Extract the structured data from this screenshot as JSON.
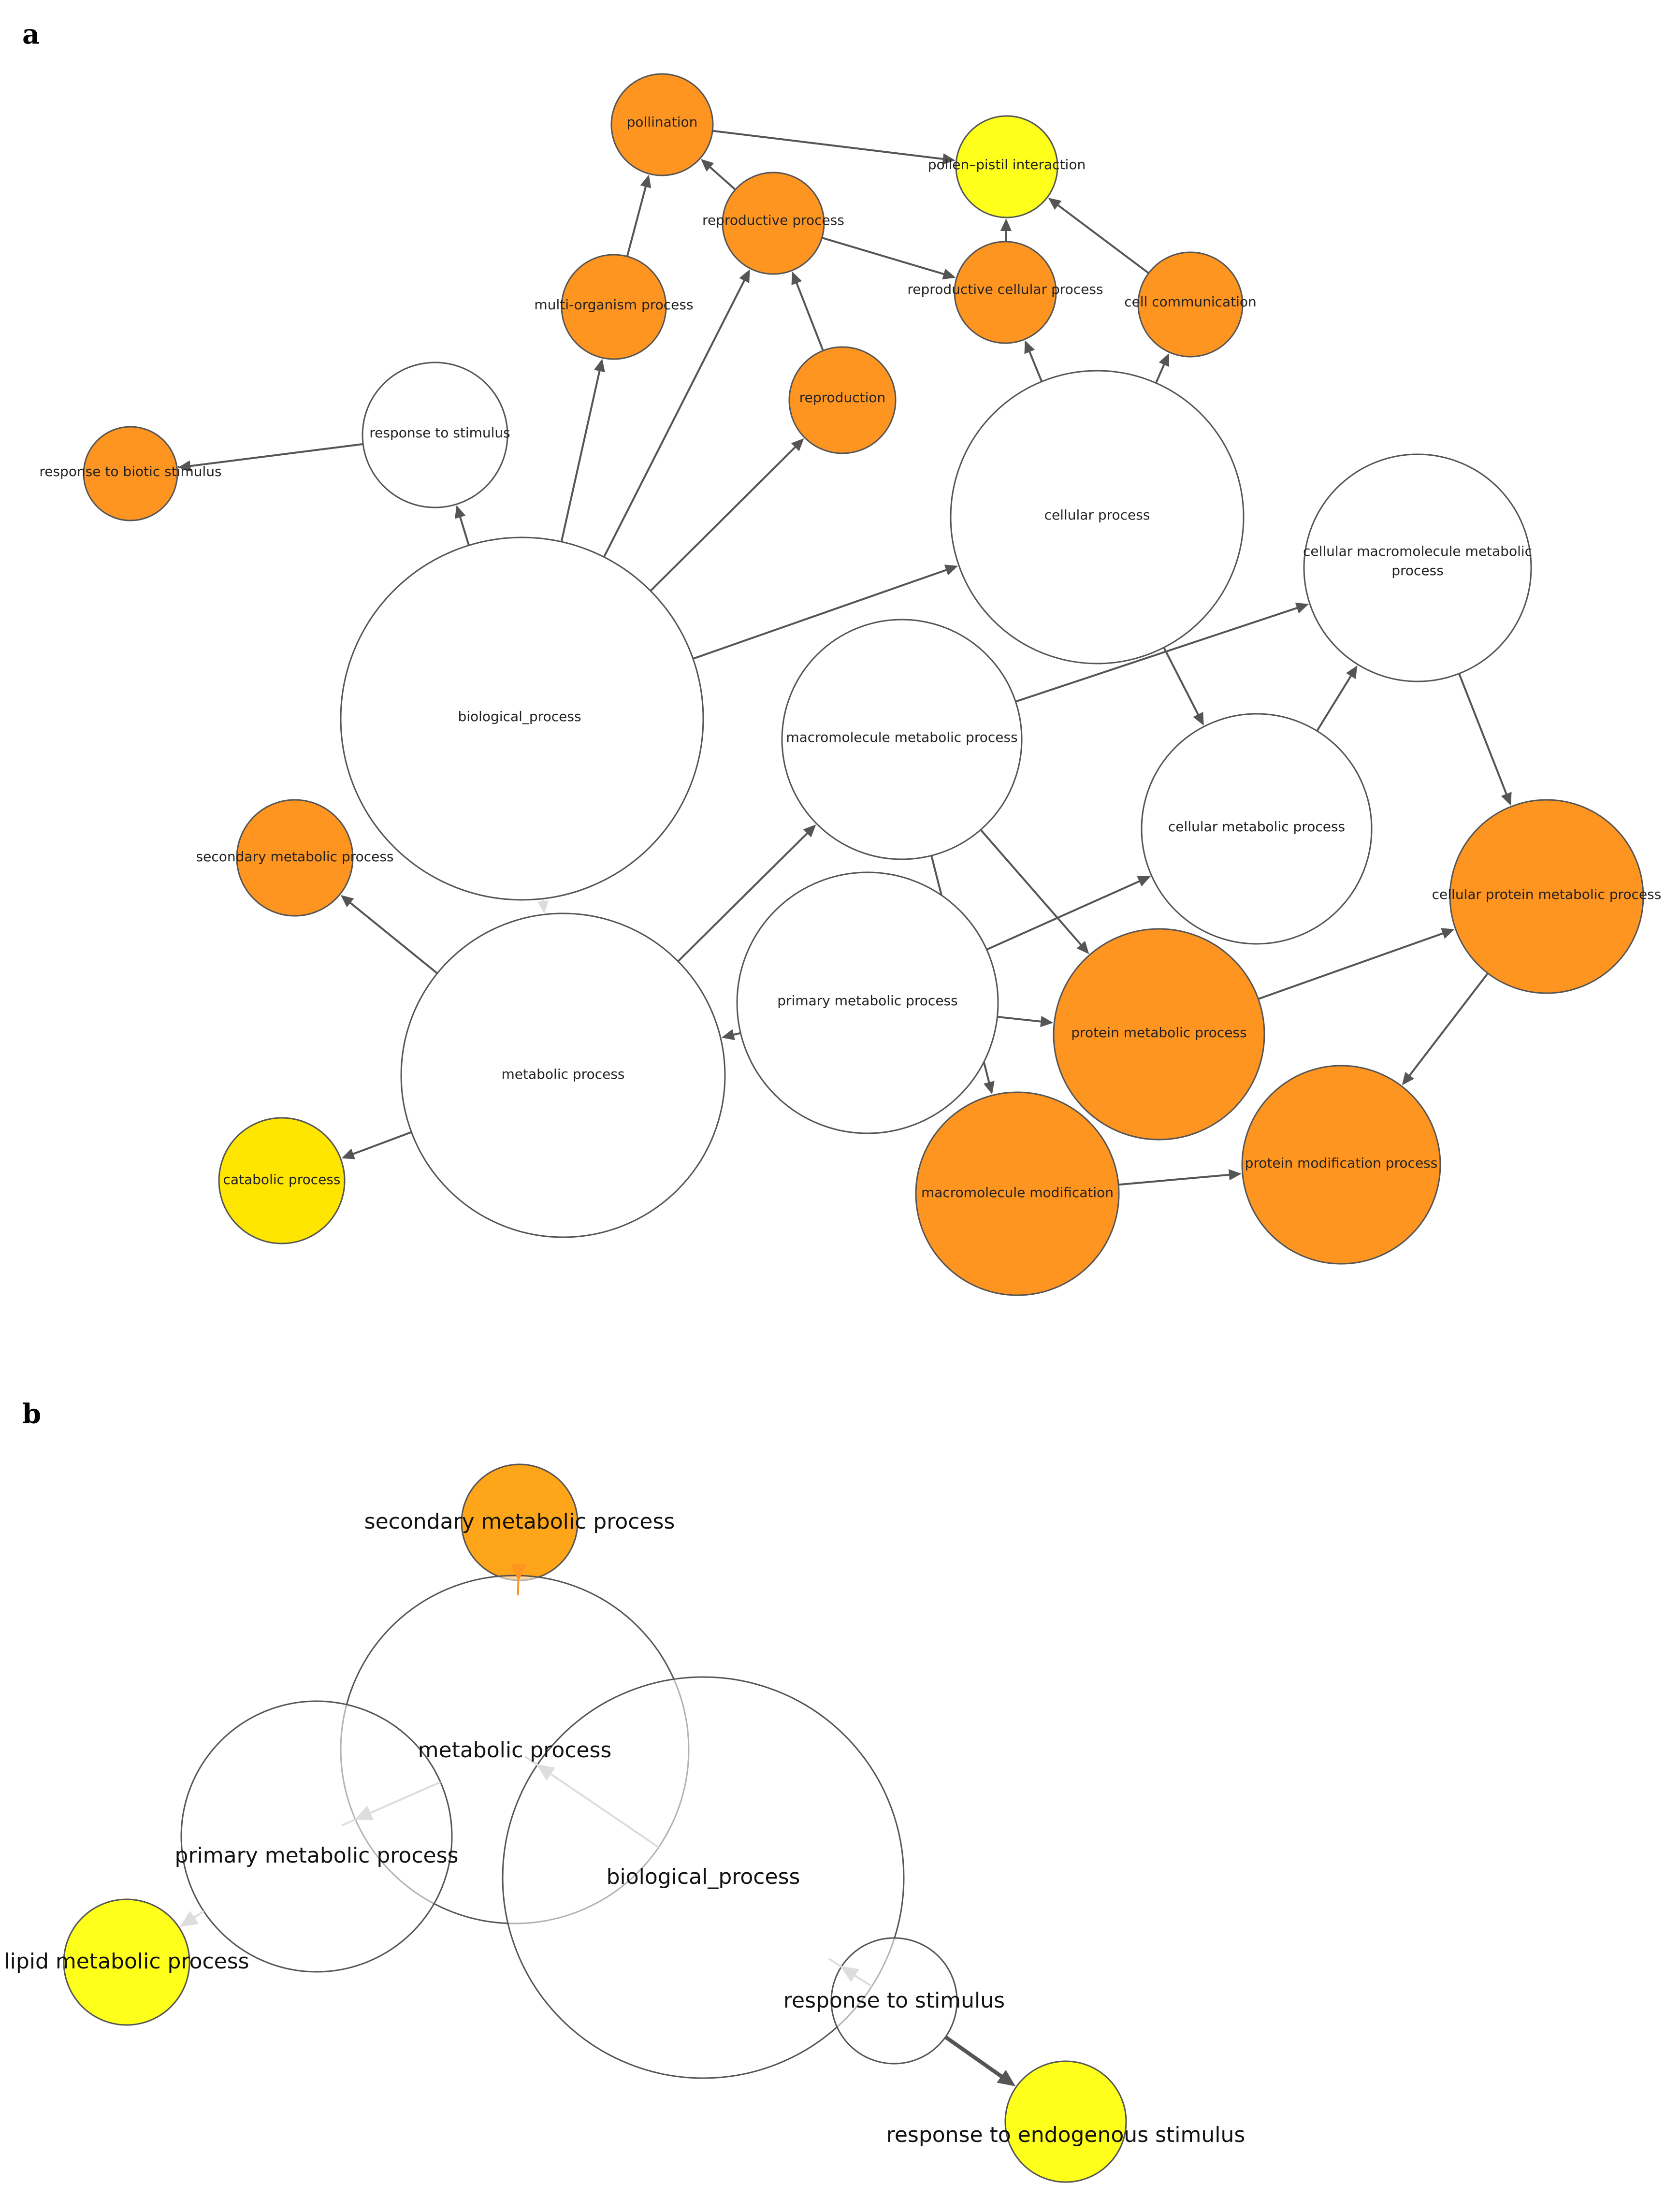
{
  "colors": {
    "white_node": "#ffffff",
    "orange_node": "#ff9521",
    "light_orange_node": "#ffa51a",
    "yellow_node": "#ffff1c",
    "gold_node": "#ffe600",
    "node_stroke": "#555555",
    "edge": "#555555",
    "faint_edge": "#dddddd"
  },
  "panels": [
    {
      "label": "a",
      "nodes": [
        {
          "id": "pollination",
          "label": "pollination",
          "color": "orange"
        },
        {
          "id": "pollen_pistil",
          "label": "pollen–pistil interaction",
          "color": "yellow"
        },
        {
          "id": "reproductive_process",
          "label": "reproductive process",
          "color": "orange"
        },
        {
          "id": "reproductive_cellular",
          "label": "reproductive cellular process",
          "color": "orange"
        },
        {
          "id": "cell_communication",
          "label": "cell communication",
          "color": "orange"
        },
        {
          "id": "multi_organism",
          "label": "multi-organism process",
          "color": "orange"
        },
        {
          "id": "reproduction",
          "label": "reproduction",
          "color": "orange"
        },
        {
          "id": "response_stimulus",
          "label": "response to stimulus",
          "color": "white"
        },
        {
          "id": "response_biotic",
          "label": "response to biotic stimulus",
          "color": "orange"
        },
        {
          "id": "cellular_process",
          "label": "cellular process",
          "color": "white"
        },
        {
          "id": "cell_macromolecule",
          "label": "cellular macromolecule metabolic process",
          "color": "white"
        },
        {
          "id": "biological_process",
          "label": "biological_process",
          "color": "white"
        },
        {
          "id": "macromolecule_metabolic",
          "label": "macromolecule metabolic process",
          "color": "white"
        },
        {
          "id": "cellular_metabolic",
          "label": "cellular metabolic process",
          "color": "white"
        },
        {
          "id": "secondary_metabolic",
          "label": "secondary metabolic process",
          "color": "orange"
        },
        {
          "id": "cell_protein_metabolic",
          "label": "cellular protein metabolic process",
          "color": "orange"
        },
        {
          "id": "primary_metabolic",
          "label": "primary metabolic process",
          "color": "white"
        },
        {
          "id": "metabolic_process",
          "label": "metabolic process",
          "color": "white"
        },
        {
          "id": "protein_metabolic",
          "label": "protein metabolic process",
          "color": "orange"
        },
        {
          "id": "protein_modification",
          "label": "protein modification process",
          "color": "orange"
        },
        {
          "id": "catabolic",
          "label": "catabolic process",
          "color": "gold"
        },
        {
          "id": "macromolecule_modification",
          "label": "macromolecule modification",
          "color": "orange"
        }
      ],
      "edges": [
        [
          "pollination",
          "pollen_pistil"
        ],
        [
          "reproductive_process",
          "pollination"
        ],
        [
          "reproductive_process",
          "reproductive_cellular"
        ],
        [
          "reproductive_cellular",
          "pollen_pistil"
        ],
        [
          "cell_communication",
          "pollen_pistil"
        ],
        [
          "multi_organism",
          "pollination"
        ],
        [
          "reproduction",
          "reproductive_process"
        ],
        [
          "response_stimulus",
          "response_biotic"
        ],
        [
          "biological_process",
          "response_stimulus"
        ],
        [
          "biological_process",
          "multi_organism"
        ],
        [
          "biological_process",
          "reproductive_process"
        ],
        [
          "biological_process",
          "reproduction"
        ],
        [
          "biological_process",
          "cellular_process"
        ],
        [
          "cellular_process",
          "reproductive_cellular"
        ],
        [
          "cellular_process",
          "cell_communication"
        ],
        [
          "cellular_process",
          "cellular_metabolic"
        ],
        [
          "macromolecule_metabolic",
          "cell_macromolecule"
        ],
        [
          "cellular_metabolic",
          "cell_macromolecule"
        ],
        [
          "cell_macromolecule",
          "cell_protein_metabolic"
        ],
        [
          "macromolecule_metabolic",
          "protein_metabolic"
        ],
        [
          "macromolecule_metabolic",
          "macromolecule_modification"
        ],
        [
          "metabolic_process",
          "macromolecule_metabolic"
        ],
        [
          "metabolic_process",
          "secondary_metabolic"
        ],
        [
          "metabolic_process",
          "catabolic"
        ],
        [
          "primary_metabolic",
          "metabolic_process"
        ],
        [
          "primary_metabolic",
          "cellular_metabolic"
        ],
        [
          "primary_metabolic",
          "protein_metabolic"
        ],
        [
          "protein_metabolic",
          "cell_protein_metabolic"
        ],
        [
          "cell_protein_metabolic",
          "protein_modification"
        ],
        [
          "macromolecule_modification",
          "protein_modification"
        ],
        [
          "biological_process",
          "metabolic_process",
          "faint"
        ]
      ]
    },
    {
      "label": "b",
      "nodes": [
        {
          "id": "secondary_metabolic",
          "label": "secondary metabolic process",
          "color": "light_orange"
        },
        {
          "id": "metabolic_process",
          "label": "metabolic process",
          "color": "white"
        },
        {
          "id": "primary_metabolic",
          "label": "primary metabolic process",
          "color": "white"
        },
        {
          "id": "biological_process",
          "label": "biological_process",
          "color": "white"
        },
        {
          "id": "lipid_metabolic",
          "label": "lipid metabolic process",
          "color": "yellow"
        },
        {
          "id": "response_stimulus",
          "label": "response to stimulus",
          "color": "white"
        },
        {
          "id": "response_endogenous",
          "label": "response to endogenous stimulus",
          "color": "yellow"
        }
      ],
      "edges": [
        [
          "metabolic_process",
          "secondary_metabolic",
          "orange"
        ],
        [
          "primary_metabolic",
          "metabolic_process",
          "faint"
        ],
        [
          "metabolic_process",
          "biological_process",
          "faint"
        ],
        [
          "primary_metabolic",
          "lipid_metabolic",
          "faint"
        ],
        [
          "biological_process",
          "response_stimulus",
          "faint"
        ],
        [
          "response_stimulus",
          "response_endogenous",
          "dark"
        ]
      ]
    }
  ]
}
